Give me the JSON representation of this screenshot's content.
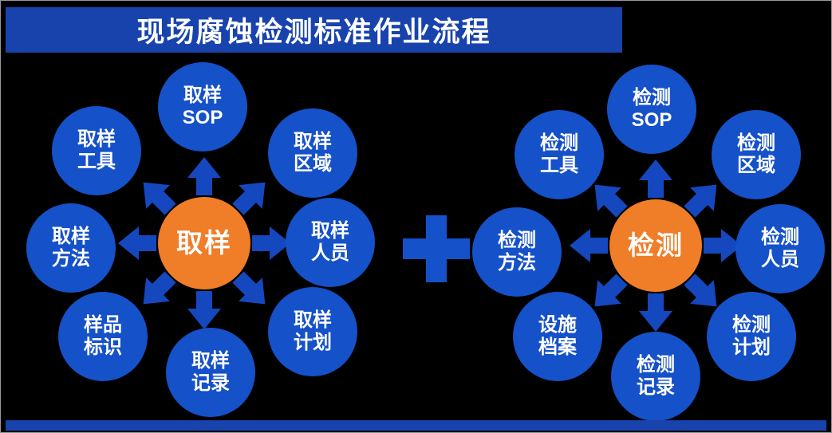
{
  "title": "现场腐蚀检测标准作业流程",
  "icons": {
    "plus": "plus-icon",
    "arrows": "outward-block-arrow-icon"
  },
  "colors": {
    "background": "#000000",
    "title_bar": "#1843AC",
    "node_blue": "#1551C8",
    "arrow_blue": "#1548BE",
    "center_orange": "#F07D28",
    "text": "#FFFFFF"
  },
  "left_diagram": {
    "center_label": "取样",
    "satellites": [
      {
        "position": "top",
        "line1": "取样",
        "line2": "SOP"
      },
      {
        "position": "top-right",
        "line1": "取样",
        "line2": "区域"
      },
      {
        "position": "right",
        "line1": "取样",
        "line2": "人员"
      },
      {
        "position": "bottom-right",
        "line1": "取样",
        "line2": "计划"
      },
      {
        "position": "bottom",
        "line1": "取样",
        "line2": "记录"
      },
      {
        "position": "bottom-left",
        "line1": "样品",
        "line2": "标识"
      },
      {
        "position": "left",
        "line1": "取样",
        "line2": "方法"
      },
      {
        "position": "top-left",
        "line1": "取样",
        "line2": "工具"
      }
    ]
  },
  "right_diagram": {
    "center_label": "检测",
    "satellites": [
      {
        "position": "top",
        "line1": "检测",
        "line2": "SOP"
      },
      {
        "position": "top-right",
        "line1": "检测",
        "line2": "区域"
      },
      {
        "position": "right",
        "line1": "检测",
        "line2": "人员"
      },
      {
        "position": "bottom-right",
        "line1": "检测",
        "line2": "计划"
      },
      {
        "position": "bottom",
        "line1": "检测",
        "line2": "记录"
      },
      {
        "position": "bottom-left",
        "line1": "设施",
        "line2": "档案"
      },
      {
        "position": "left",
        "line1": "检测",
        "line2": "方法"
      },
      {
        "position": "top-left",
        "line1": "检测",
        "line2": "工具"
      }
    ]
  }
}
